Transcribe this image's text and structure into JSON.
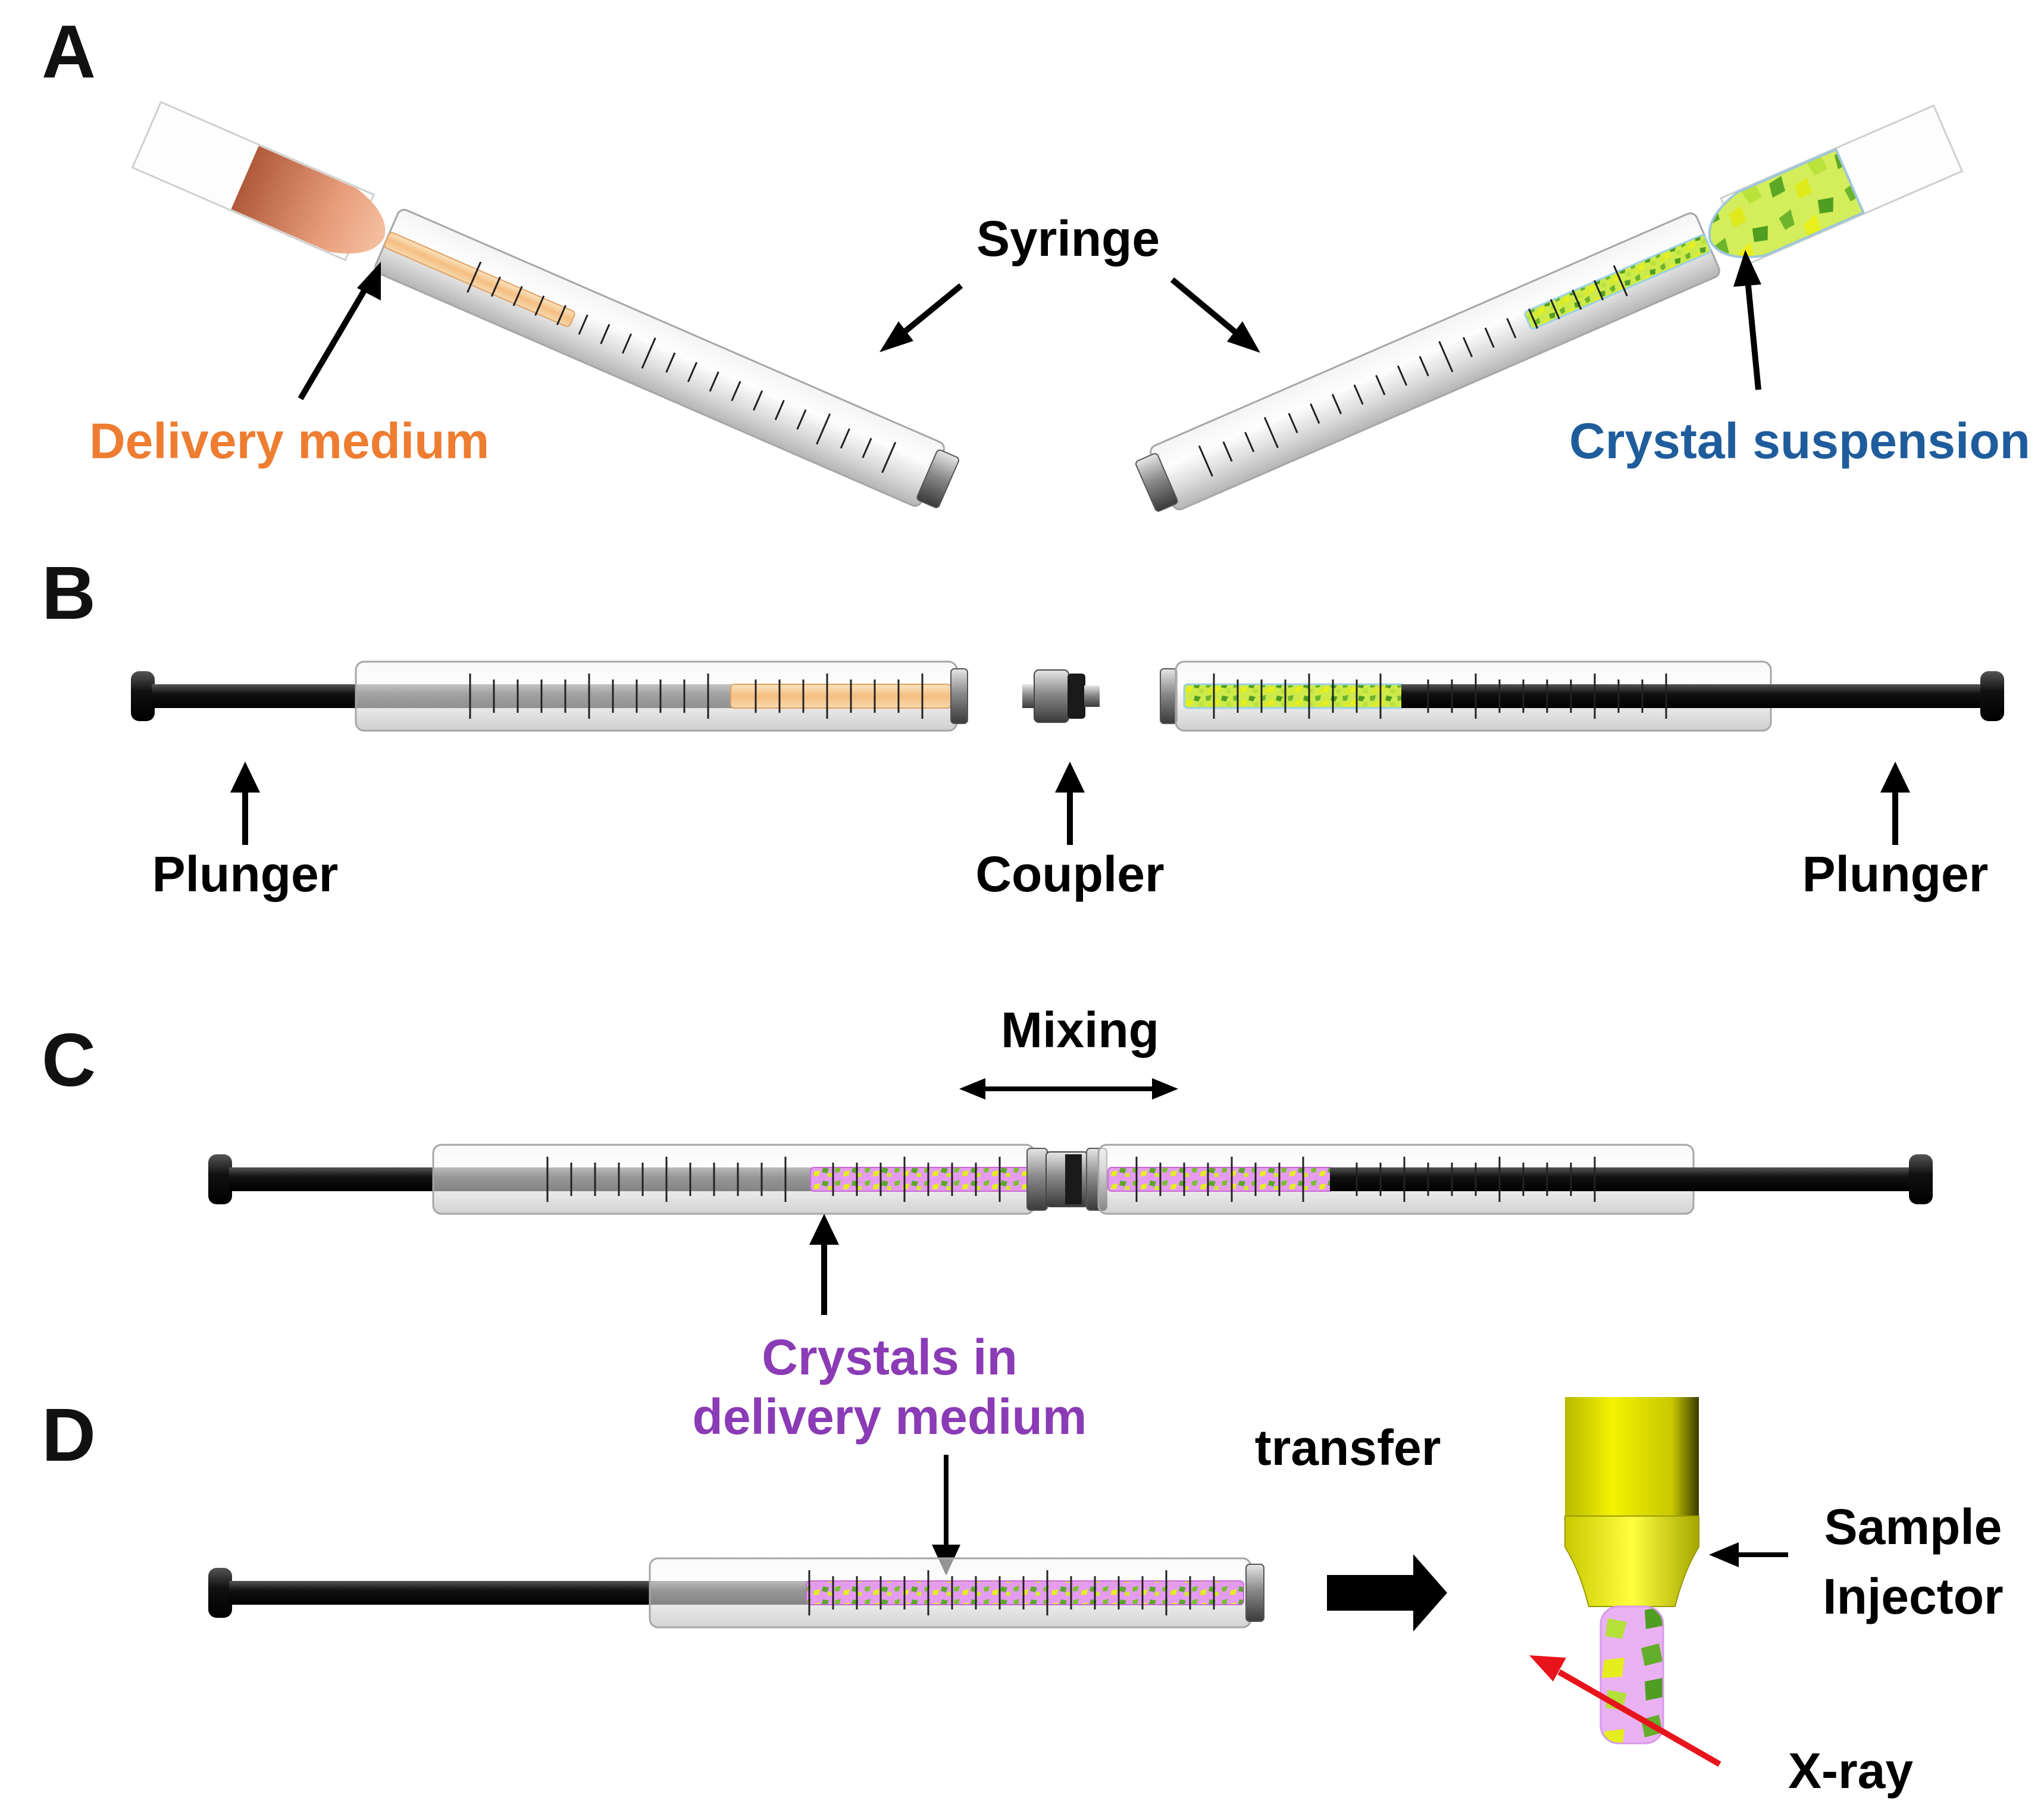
{
  "panels": {
    "a": "A",
    "b": "B",
    "c": "C",
    "d": "D"
  },
  "labels": {
    "syringe": "Syringe",
    "delivery_medium": "Delivery medium",
    "crystal_suspension": "Crystal suspension",
    "plunger_left": "Plunger",
    "coupler": "Coupler",
    "plunger_right": "Plunger",
    "mixing": "Mixing",
    "crystals_line1": "Crystals in",
    "crystals_line2": "delivery medium",
    "transfer": "transfer",
    "sample_line1": "Sample",
    "sample_line2": "Injector",
    "xray": "X-ray"
  },
  "colors": {
    "delivery_medium": "#ee7d31",
    "crystal_suspension": "#1f5c9c",
    "crystals_in_medium": "#8a3bb5",
    "xray_beam": "#e8141c",
    "injector": "#d8d800",
    "medium_fill": "#f5c38a",
    "mix_fill": "#e58bef",
    "crystal_fill": "#a4d84a"
  }
}
